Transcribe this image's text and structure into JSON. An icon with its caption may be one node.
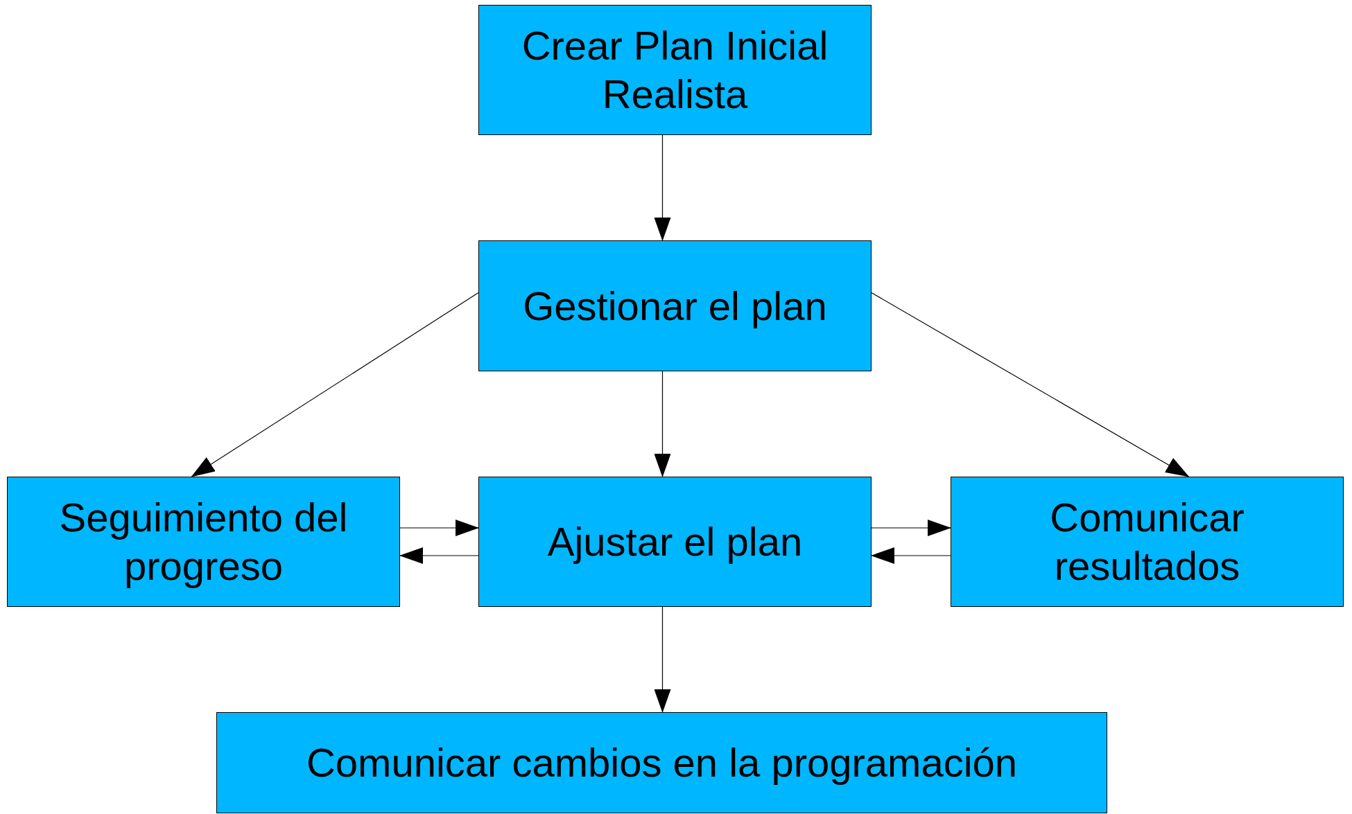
{
  "diagram": {
    "nodes": [
      {
        "text": [
          "Crear Plan Inicial Realista"
        ]
      },
      {
        "text": [
          "Gestionar el plan"
        ]
      },
      {
        "text": [
          "Seguimiento del progreso"
        ]
      },
      {
        "text": [
          "Ajustar el plan"
        ]
      },
      {
        "text": [
          "Comunicar resultados"
        ]
      },
      {
        "text": [
          "Comunicar cambios en la programación"
        ]
      }
    ],
    "edges": [
      {
        "from": 0,
        "to": 1,
        "arrow": "to"
      },
      {
        "from": 1,
        "to": 2,
        "arrow": "to"
      },
      {
        "from": 1,
        "to": 3,
        "arrow": "to"
      },
      {
        "from": 1,
        "to": 4,
        "arrow": "to"
      },
      {
        "from": 2,
        "to": 3,
        "arrow": "to"
      },
      {
        "from": 3,
        "to": 2,
        "arrow": "to"
      },
      {
        "from": 3,
        "to": 4,
        "arrow": "to"
      },
      {
        "from": 4,
        "to": 3,
        "arrow": "to"
      },
      {
        "from": 3,
        "to": 5,
        "arrow": "to"
      }
    ]
  }
}
